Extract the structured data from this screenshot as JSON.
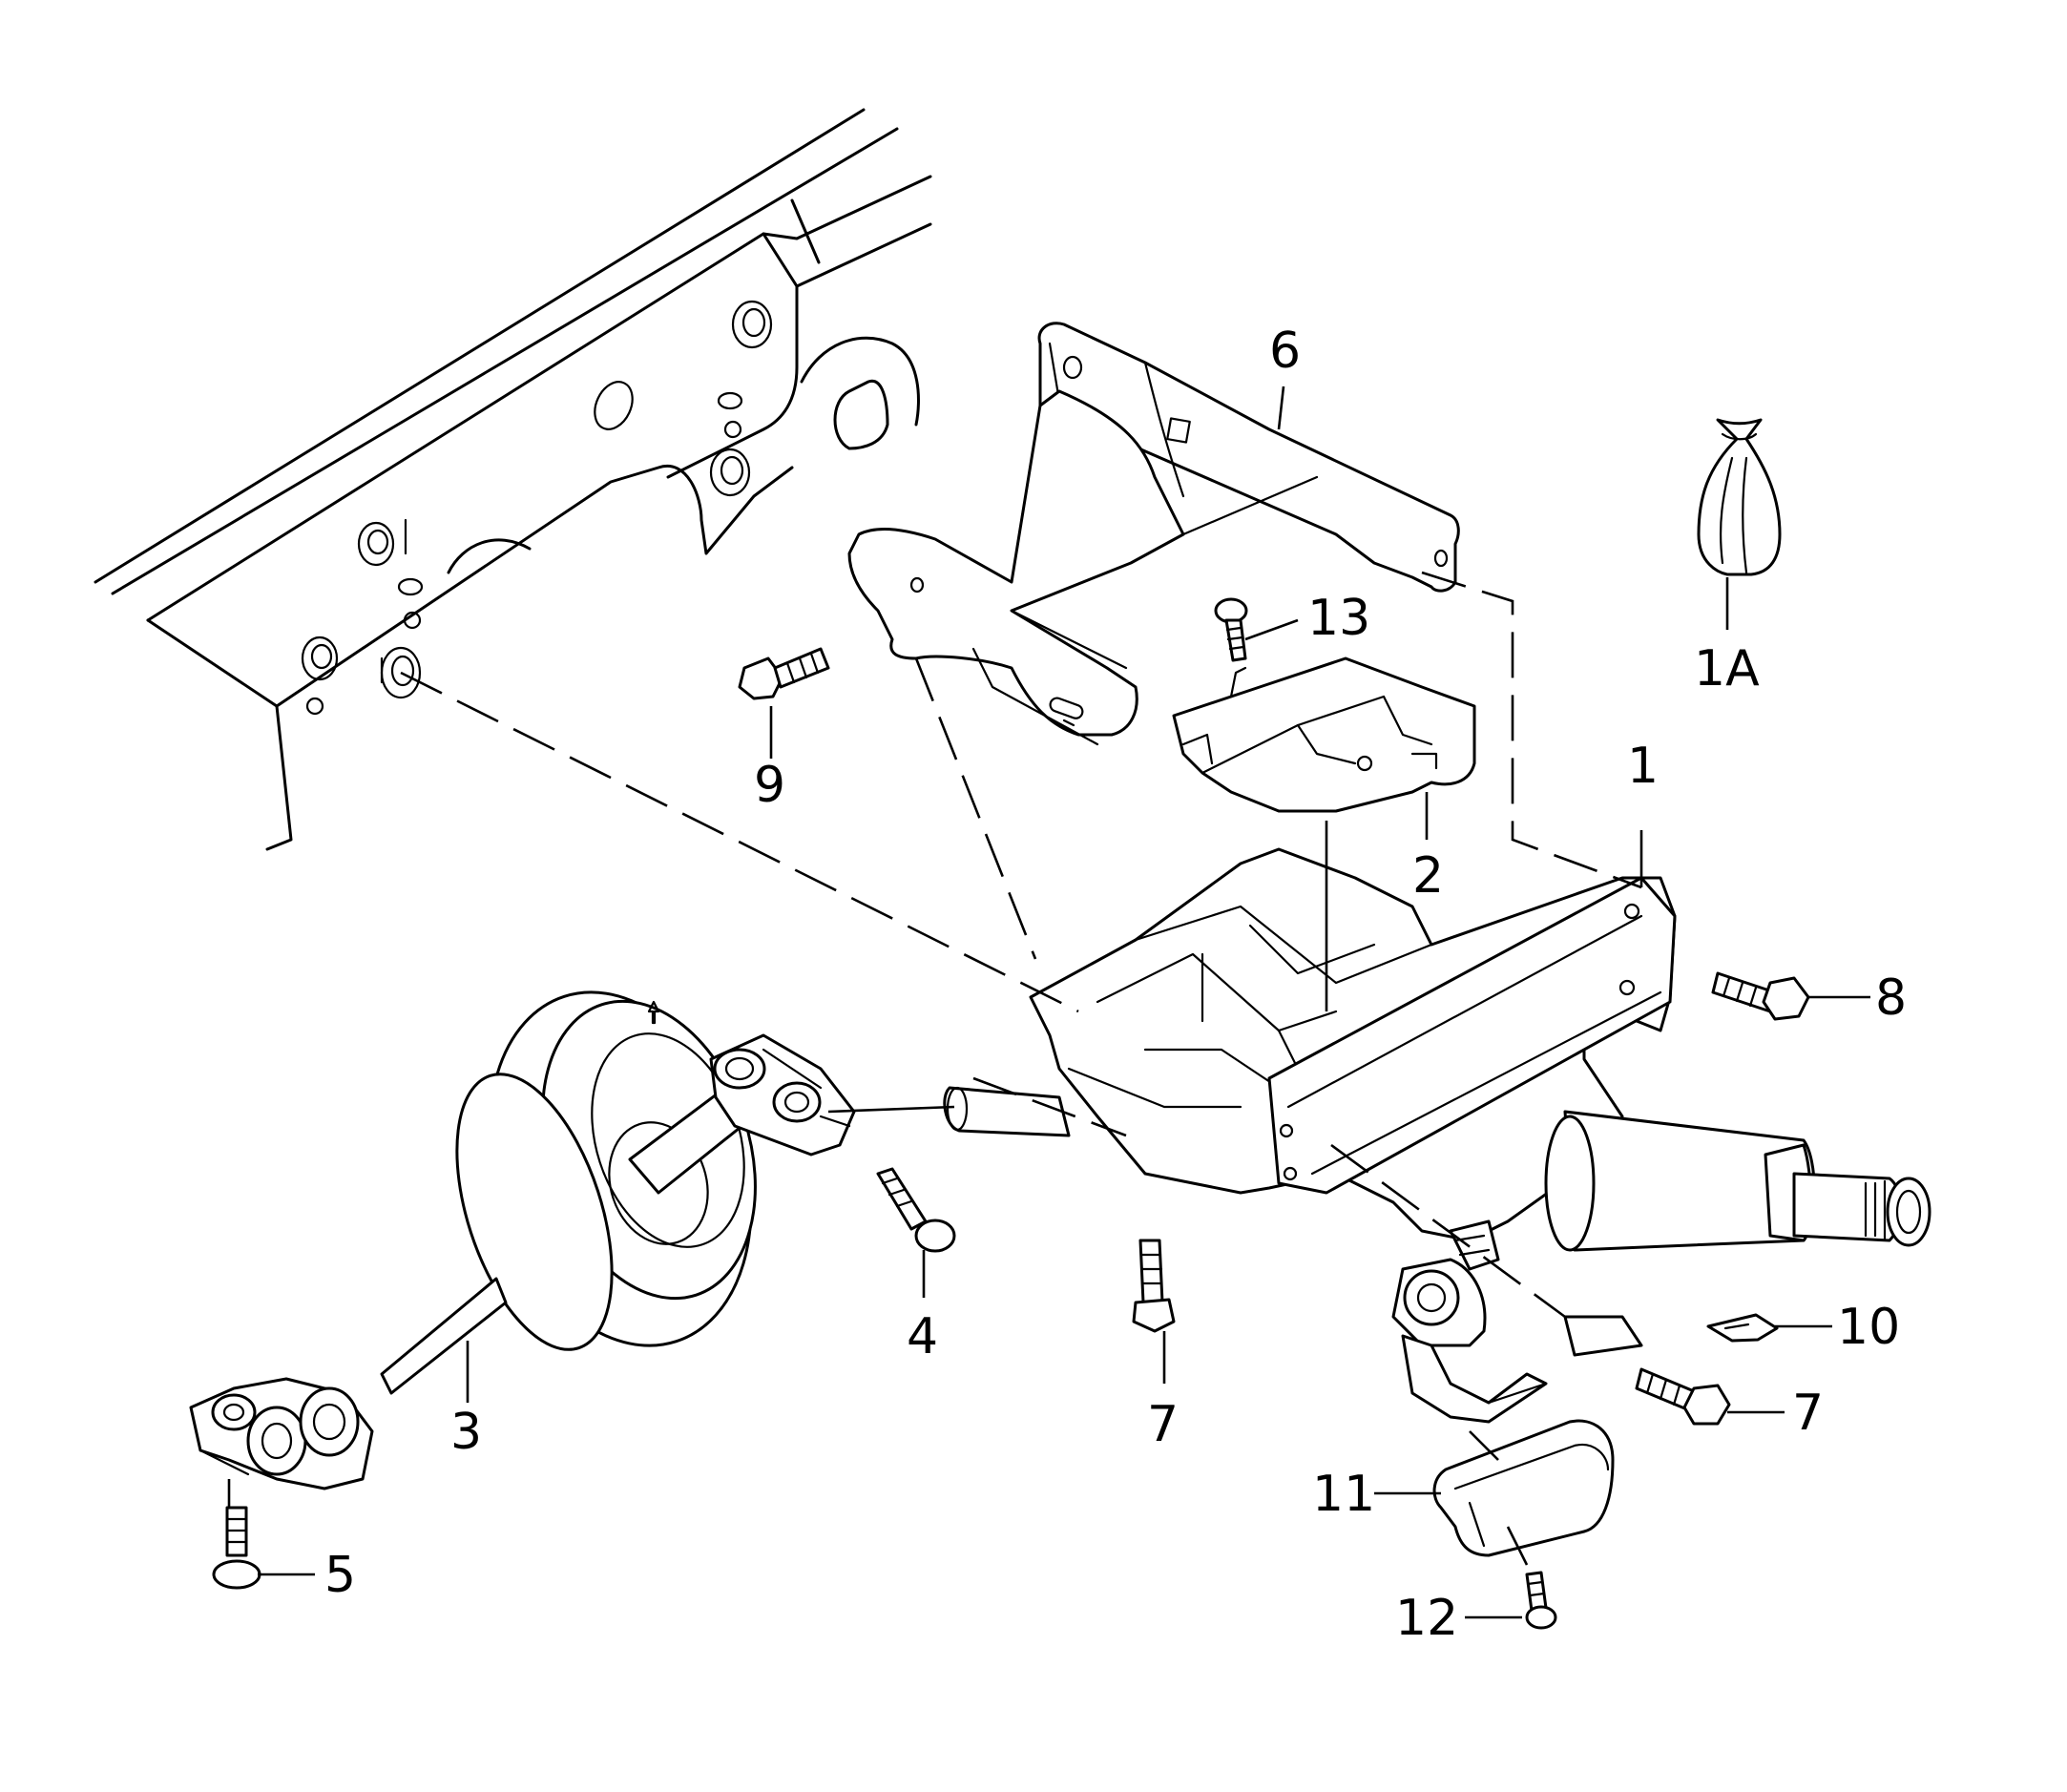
{
  "callouts": {
    "c1": "1",
    "c1a": "1A",
    "c2": "2",
    "c3": "3",
    "c4": "4",
    "c5": "5",
    "c6": "6",
    "c7a": "7",
    "c7b": "7",
    "c8": "8",
    "c9": "9",
    "c10": "10",
    "c11": "11",
    "c12": "12",
    "c13": "13"
  }
}
